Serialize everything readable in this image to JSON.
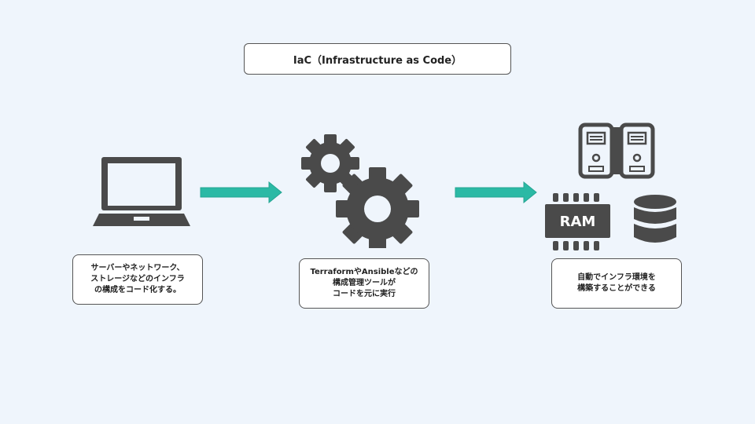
{
  "title": "IaC（Infrastructure as Code）",
  "boxes": {
    "laptop": {
      "lines": [
        "サーバーやネットワーク、",
        "ストレージなどのインフラ",
        "の構成をコード化する。"
      ]
    },
    "gears": {
      "lines": [
        "TerraformやAnsibleなどの",
        "構成管理ツールが",
        "コードを元に実行"
      ]
    },
    "infra": {
      "lines": [
        "自動でインフラ環境を",
        "構築することができる"
      ]
    }
  },
  "icons": {
    "laptop": "laptop-icon",
    "gears": "gears-icon",
    "servers": "server-tower-icon",
    "ram": "ram-chip-icon",
    "database": "database-icon"
  },
  "ram_label": "RAM",
  "colors": {
    "background": "#eff5fc",
    "arrow": "#2bb9a5",
    "icon": "#4a4a4a"
  }
}
